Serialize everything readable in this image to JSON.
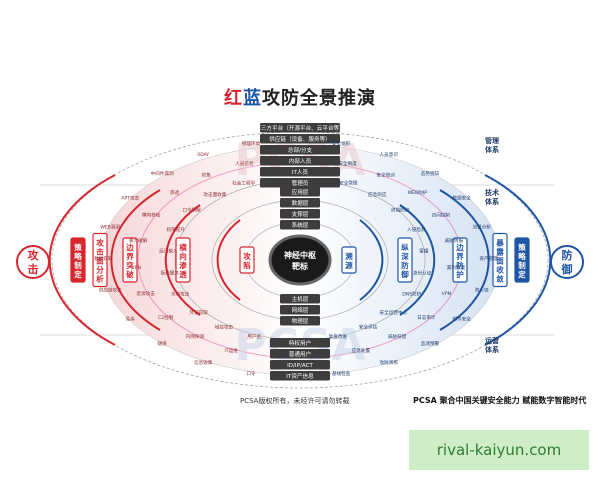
{
  "title": {
    "red": "红",
    "blue": "蓝",
    "rest": "攻防全景推演"
  },
  "center": {
    "line1": "神经中枢",
    "line2": "靶标"
  },
  "stack_top": [
    "第三方平台（开源平台、云平台等）",
    "供应链（设备、服务等）",
    "总部/分支",
    "内部人员",
    "IT人员",
    "管理员"
  ],
  "stack_mid": [
    "应用层",
    "数据层",
    "支撑层",
    "系统层"
  ],
  "stack_low": [
    "主机层",
    "网络层",
    "物理层"
  ],
  "stack_bottom": [
    "特权用户",
    "普通用户",
    "ID/IP/ACT",
    "IT资产信息"
  ],
  "watermark_top": "PCSA",
  "watermark_bottom": "PCSA",
  "left": {
    "outer": {
      "line1": "攻",
      "line2": "击"
    },
    "rings": [
      {
        "label": "策略制定"
      },
      {
        "label": "攻击面分析"
      },
      {
        "label": "边界突破"
      },
      {
        "label": "横向渗透"
      },
      {
        "label": "攻陷"
      }
    ],
    "small": [
      "物理环境",
      "人员信息",
      "社会工程学",
      "0DAY",
      "钓鱼",
      "攻击面收集",
      "中间件漏洞",
      "渗透",
      "口令猜解",
      "APT攻击",
      "横向移动",
      "权限提升",
      "WEB漏洞",
      "暴力破解",
      "后门植入",
      "数据窃取",
      "VPN",
      "拒绝服务",
      "供应链攻击",
      "近源攻击",
      "水坑攻击",
      "免杀",
      "C2控制",
      "凭证窃取",
      "隧道",
      "内网探测",
      "域控攻击",
      "信息收集",
      "IT运维",
      "用户名",
      "口令"
    ]
  },
  "right": {
    "outer": {
      "line1": "防",
      "line2": "御"
    },
    "rings": [
      {
        "label": "策略制定"
      },
      {
        "label": "暴露面收敛"
      },
      {
        "label": "边界防护"
      },
      {
        "label": "纵深防御"
      },
      {
        "label": "溯源"
      }
    ],
    "side_titles": [
      {
        "line1": "管理",
        "line2": "体系"
      },
      {
        "line1": "技术",
        "line2": "体系"
      },
      {
        "line1": "运营",
        "line2": "体系"
      }
    ],
    "small": [
      "安全组织",
      "安全制度",
      "安全管理",
      "人员意识",
      "安全培训",
      "应急响应",
      "态势感知",
      "WEB防护",
      "终端防护",
      "数据安全",
      "访问控制",
      "入侵检测",
      "流量分析",
      "威胁情报",
      "蜜罐",
      "资产管理",
      "漏洞管理",
      "身份认证",
      "防火墙",
      "VPN",
      "DNS防护",
      "邮件安全",
      "日志审计",
      "安全运营中心",
      "监测预警",
      "威胁狩猎",
      "安全评估",
      "攻防演练",
      "应急处置",
      "复盘改进",
      "基线检查"
    ]
  },
  "footer": {
    "left": "PCSA版权所有，未经许可请勿转载",
    "right": "PCSA 聚合中国关键安全能力   赋能数字智能时代"
  },
  "site": "rival-kaiyun.com",
  "colors": {
    "red": "#d8262e",
    "blue": "#1e55a5",
    "dark": "#333333"
  }
}
